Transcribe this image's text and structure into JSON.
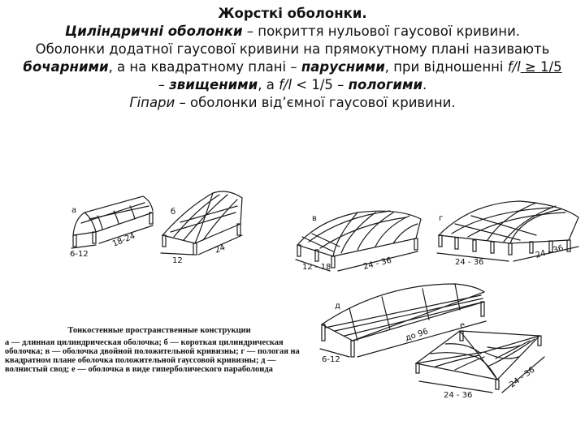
{
  "header": {
    "title": "Жорсткі оболонки.",
    "line2": {
      "term": "Циліндричні оболонки",
      "rest": " – покриття нульової гаусової кривини."
    },
    "line3": "Оболонки додатної гаусової кривини на прямокутному плані називають",
    "line4": {
      "term1": "бочарними",
      "mid1": ", а на квадратному плані – ",
      "term2": "парусними",
      "mid2": ", при відношенні ",
      "ratio_a": "f/l",
      "ratio_b": " ≥ 1/5"
    },
    "line5": {
      "pre": "– ",
      "term1": "звищеними",
      "mid1": ", а ",
      "ratio": "f/l",
      "mid2": " < 1/5 – ",
      "term2": "пологими",
      "end": "."
    },
    "line6": {
      "term": "Гіпари",
      "rest": " – оболонки від’ємної гаусової кривини."
    }
  },
  "figure": {
    "labels": {
      "a": "а",
      "b": "б",
      "v": "в",
      "g": "г",
      "d": "д",
      "e": "е",
      "a_dim1": "6-12",
      "a_dim2": "18-24",
      "b_dim1": "12",
      "b_dim2": "24",
      "v_dim1": "12 - 18",
      "v_dim2": "24 - 36",
      "g_dim1": "24 - 36",
      "g_dim2": "24 - 36",
      "d_dim1": "6-12",
      "d_dim2": "до 96",
      "e_dim1": "24 - 36",
      "e_dim2": "24 - 36"
    },
    "caption": {
      "title": "Тонкостенные пространственные конструкции",
      "text": "а — длинная цилиндрическая оболочка; б — короткая цилиндрическая оболочка; в — оболочка двойной положительной кривизны; г — пологая на квадратном плане оболочка положительной гауссовой кривизны; д — волнистый свод; е — оболочка в виде гиперболического параболоида"
    }
  }
}
